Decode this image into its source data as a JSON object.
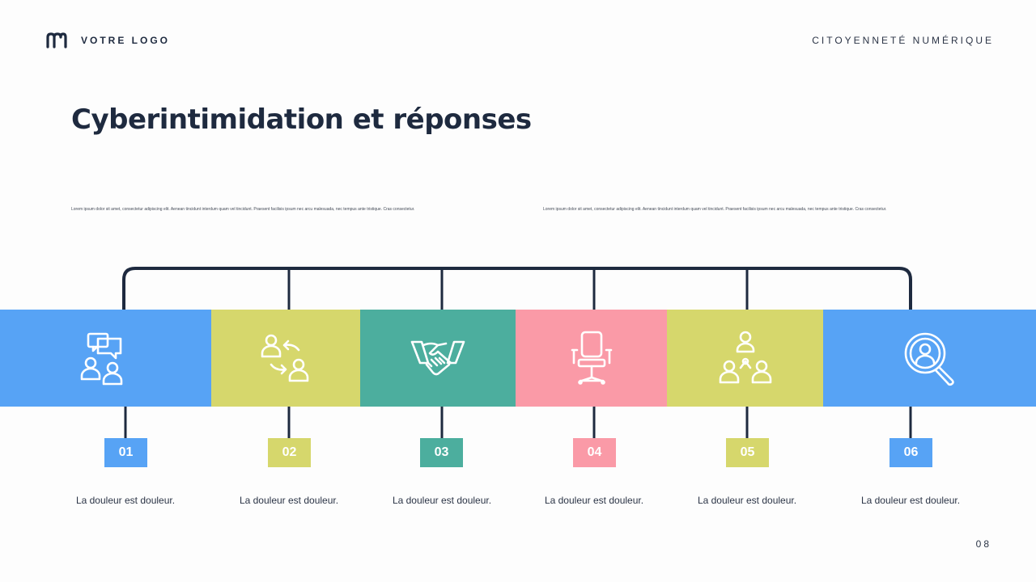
{
  "header": {
    "logo_text": "VOTRE LOGO",
    "logo_icon": "m-logo-mark",
    "topic": "CITOYENNETÉ NUMÉRIQUE"
  },
  "title": "Cyberintimidation et réponses",
  "intro": {
    "left": "Lorem ipsum dolor sit amet, consectetur adipiscing elit. Aenean tincidunt interdum quam vel tincidunt. Praesent facilisis ipsum nec arcu malesuada, nec tempus ante tristique. Cras consectetur.",
    "right": "Lorem ipsum dolor sit amet, consectetur adipiscing elit. Aenean tincidunt interdum quam vel tincidunt. Praesent facilisis ipsum nec arcu malesuada, nec tempus ante tristique. Cras consectetur."
  },
  "colors": {
    "blue": "#57a3f5",
    "olive": "#d6d76c",
    "teal": "#4cae9e",
    "pink": "#fa9aa7",
    "navy": "#1e2a3f"
  },
  "steps": [
    {
      "number": "01",
      "icon": "chat-people-icon",
      "color": "#57a3f5",
      "caption": "La douleur est douleur."
    },
    {
      "number": "02",
      "icon": "exchange-people-icon",
      "color": "#d6d76c",
      "caption": "La douleur est douleur."
    },
    {
      "number": "03",
      "icon": "handshake-icon",
      "color": "#4cae9e",
      "caption": "La douleur est douleur."
    },
    {
      "number": "04",
      "icon": "office-chair-icon",
      "color": "#fa9aa7",
      "caption": "La douleur est douleur."
    },
    {
      "number": "05",
      "icon": "team-network-icon",
      "color": "#d6d76c",
      "caption": "La douleur est douleur."
    },
    {
      "number": "06",
      "icon": "search-user-icon",
      "color": "#57a3f5",
      "caption": "La douleur est douleur."
    }
  ],
  "page_number": "08"
}
